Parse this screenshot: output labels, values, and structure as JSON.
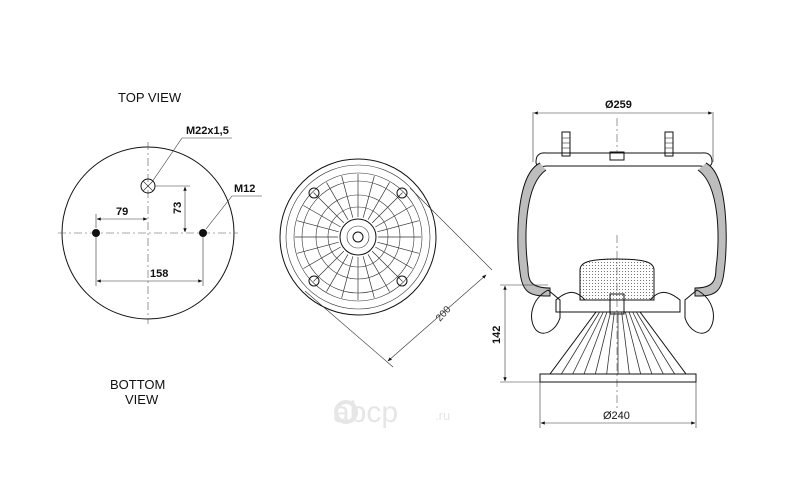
{
  "labels": {
    "top_view": "TOP VIEW",
    "bottom_view_line1": "BOTTOM",
    "bottom_view_line2": "VIEW"
  },
  "dimensions": {
    "thread_center": "M22x1,5",
    "thread_side": "M12",
    "offset_y": "73",
    "offset_x": "79",
    "stud_spacing": "158",
    "diagonal": "200",
    "top_diameter": "Ø259",
    "height": "142",
    "base_diameter": "Ø240"
  },
  "watermark": {
    "brand": "abcp",
    "domain": ".ru"
  },
  "colors": {
    "line": "#111111",
    "rubber": "#bdbdbd",
    "watermark": "#e6e6e6"
  }
}
